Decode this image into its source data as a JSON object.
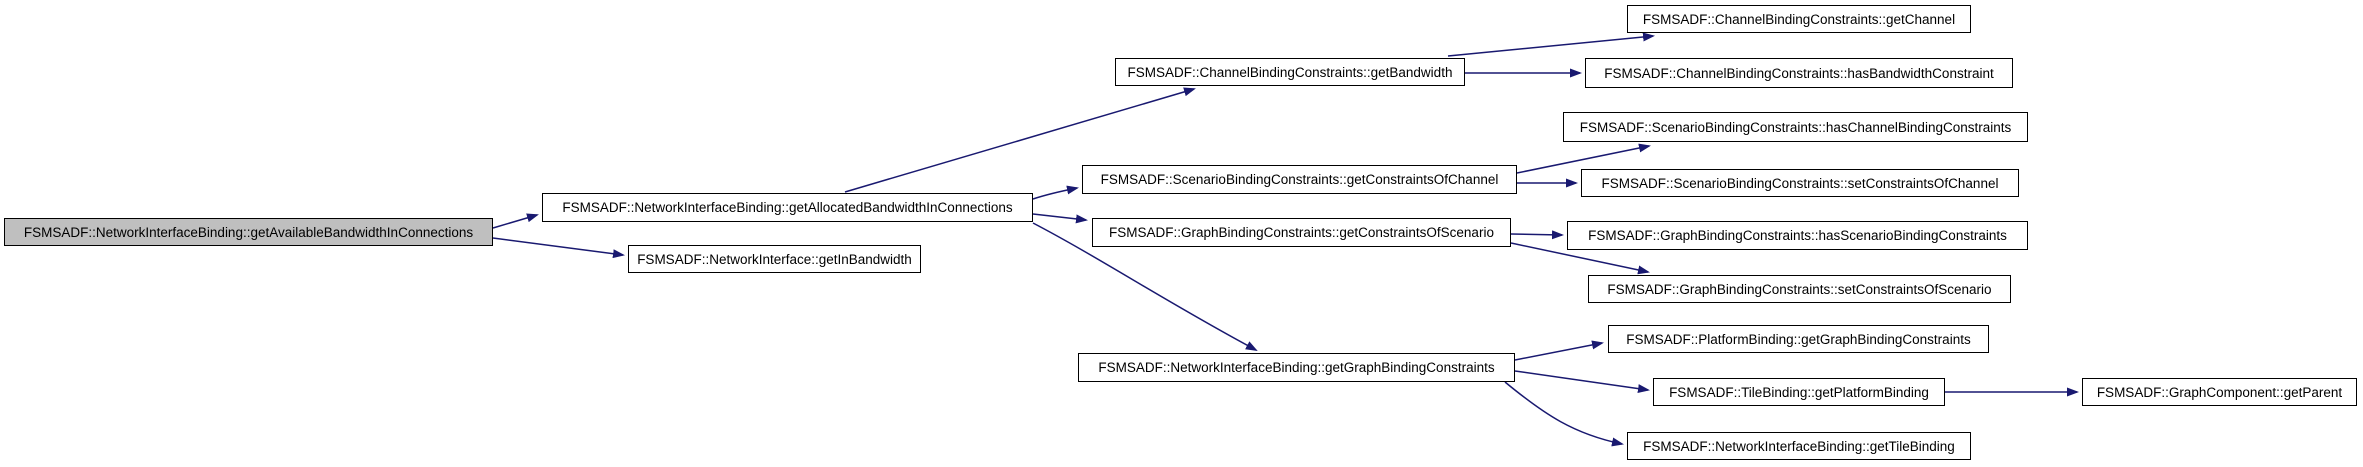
{
  "diagram": {
    "type": "call-graph",
    "colors": {
      "edge": "#191970",
      "node_border": "#000000",
      "node_fill": "#ffffff",
      "highlight_fill": "#bfbfbf",
      "text": "#000000",
      "background": "#ffffff"
    },
    "nodes": [
      {
        "id": "getAvailableBandwidthInConnections",
        "label": "FSMSADF::NetworkInterfaceBinding::getAvailableBandwidthInConnections",
        "highlighted": true
      },
      {
        "id": "getAllocatedBandwidthInConnections",
        "label": "FSMSADF::NetworkInterfaceBinding::getAllocatedBandwidthInConnections",
        "highlighted": false
      },
      {
        "id": "getInBandwidth",
        "label": "FSMSADF::NetworkInterface::getInBandwidth",
        "highlighted": false
      },
      {
        "id": "getBandwidth",
        "label": "FSMSADF::ChannelBindingConstraints::getBandwidth",
        "highlighted": false
      },
      {
        "id": "getChannel",
        "label": "FSMSADF::ChannelBindingConstraints::getChannel",
        "highlighted": false
      },
      {
        "id": "hasBandwidthConstraint",
        "label": "FSMSADF::ChannelBindingConstraints::hasBandwidthConstraint",
        "highlighted": false
      },
      {
        "id": "getConstraintsOfChannel",
        "label": "FSMSADF::ScenarioBindingConstraints::getConstraintsOfChannel",
        "highlighted": false
      },
      {
        "id": "hasChannelBindingConstraints",
        "label": "FSMSADF::ScenarioBindingConstraints::hasChannelBindingConstraints",
        "highlighted": false
      },
      {
        "id": "setConstraintsOfChannel",
        "label": "FSMSADF::ScenarioBindingConstraints::setConstraintsOfChannel",
        "highlighted": false
      },
      {
        "id": "getConstraintsOfScenario",
        "label": "FSMSADF::GraphBindingConstraints::getConstraintsOfScenario",
        "highlighted": false
      },
      {
        "id": "hasScenarioBindingConstraints",
        "label": "FSMSADF::GraphBindingConstraints::hasScenarioBindingConstraints",
        "highlighted": false
      },
      {
        "id": "setConstraintsOfScenario",
        "label": "FSMSADF::GraphBindingConstraints::setConstraintsOfScenario",
        "highlighted": false
      },
      {
        "id": "nib_getGraphBindingConstraints",
        "label": "FSMSADF::NetworkInterfaceBinding::getGraphBindingConstraints",
        "highlighted": false
      },
      {
        "id": "pb_getGraphBindingConstraints",
        "label": "FSMSADF::PlatformBinding::getGraphBindingConstraints",
        "highlighted": false
      },
      {
        "id": "tb_getPlatformBinding",
        "label": "FSMSADF::TileBinding::getPlatformBinding",
        "highlighted": false
      },
      {
        "id": "nib_getTileBinding",
        "label": "FSMSADF::NetworkInterfaceBinding::getTileBinding",
        "highlighted": false
      },
      {
        "id": "gc_getParent",
        "label": "FSMSADF::GraphComponent::getParent",
        "highlighted": false
      }
    ],
    "edges": [
      {
        "from": "getAvailableBandwidthInConnections",
        "to": "getAllocatedBandwidthInConnections"
      },
      {
        "from": "getAvailableBandwidthInConnections",
        "to": "getInBandwidth"
      },
      {
        "from": "getAllocatedBandwidthInConnections",
        "to": "getBandwidth"
      },
      {
        "from": "getAllocatedBandwidthInConnections",
        "to": "getConstraintsOfChannel"
      },
      {
        "from": "getAllocatedBandwidthInConnections",
        "to": "getConstraintsOfScenario"
      },
      {
        "from": "getAllocatedBandwidthInConnections",
        "to": "nib_getGraphBindingConstraints"
      },
      {
        "from": "getBandwidth",
        "to": "getChannel"
      },
      {
        "from": "getBandwidth",
        "to": "hasBandwidthConstraint"
      },
      {
        "from": "getConstraintsOfChannel",
        "to": "hasChannelBindingConstraints"
      },
      {
        "from": "getConstraintsOfChannel",
        "to": "setConstraintsOfChannel"
      },
      {
        "from": "getConstraintsOfScenario",
        "to": "hasScenarioBindingConstraints"
      },
      {
        "from": "getConstraintsOfScenario",
        "to": "setConstraintsOfScenario"
      },
      {
        "from": "nib_getGraphBindingConstraints",
        "to": "pb_getGraphBindingConstraints"
      },
      {
        "from": "nib_getGraphBindingConstraints",
        "to": "tb_getPlatformBinding"
      },
      {
        "from": "nib_getGraphBindingConstraints",
        "to": "nib_getTileBinding"
      },
      {
        "from": "tb_getPlatformBinding",
        "to": "gc_getParent"
      }
    ]
  }
}
